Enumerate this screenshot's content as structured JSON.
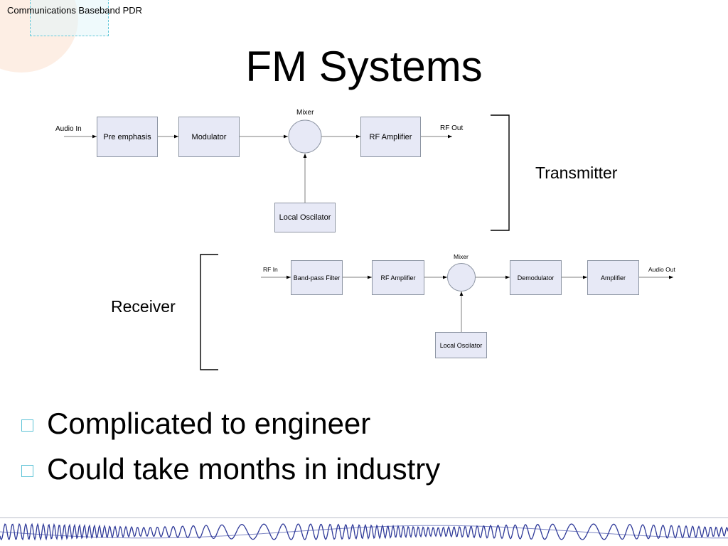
{
  "header": {
    "text": "Communications Baseband PDR"
  },
  "title": "FM Systems",
  "transmitter": {
    "side_label": "Transmitter",
    "audio_in": "Audio In",
    "pre_emphasis": "Pre emphasis",
    "modulator": "Modulator",
    "mixer": "Mixer",
    "rf_amplifier": "RF Amplifier",
    "rf_out": "RF Out",
    "local_oscillator": "Local Oscilator"
  },
  "receiver": {
    "side_label": "Receiver",
    "rf_in": "RF In",
    "band_pass_filter": "Band-pass Filter",
    "rf_amplifier": "RF Amplifier",
    "mixer": "Mixer",
    "demodulator": "Demodulator",
    "amplifier": "Amplifier",
    "audio_out": "Audio Out",
    "local_oscillator": "Local Oscilator"
  },
  "bullets": [
    "Complicated to engineer",
    "Could take months in industry"
  ],
  "colors": {
    "block_fill": "#e7e9f6",
    "block_border": "#8d95a3",
    "bullet_accent": "#5bc2d6",
    "wave": "#2f3a99"
  }
}
